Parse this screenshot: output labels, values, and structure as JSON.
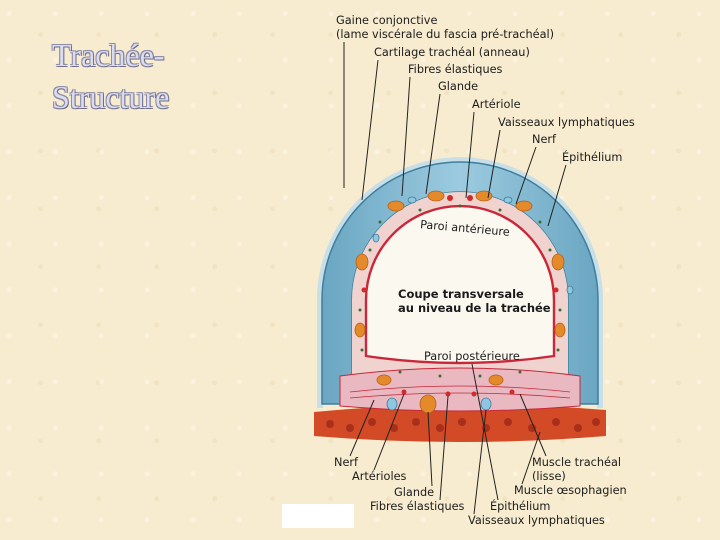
{
  "slide": {
    "title_line1": "Trachée-",
    "title_line2": "Structure"
  },
  "diagram": {
    "top_labels": [
      "Gaine conjonctive",
      "(lame viscérale du fascia pré-trachéal)",
      "Cartilage trachéal (anneau)",
      "Fibres élastiques",
      "Glande",
      "Artériole",
      "Vaisseaux lymphatiques",
      "Nerf",
      "Épithélium"
    ],
    "inner_labels": {
      "anterior_wall": "Paroi antérieure",
      "section_line1": "Coupe transversale",
      "section_line2": "au niveau de la trachée",
      "posterior_wall": "Paroi postérieure"
    },
    "bottom_labels": [
      "Nerf",
      "Artérioles",
      "Glande",
      "Fibres élastiques",
      "Muscle trachéal",
      "(lisse)",
      "Muscle œsophagien",
      "Épithélium",
      "Vaisseaux lymphatiques"
    ]
  },
  "colors": {
    "cartilage": "#7fb6cf",
    "cartilage_dark": "#4e8eae",
    "mucosa": "#f0d2cf",
    "epithelium": "#c8283a",
    "esophageal_muscle": "#d24a26",
    "gland": "#e58a2a",
    "lumen": "#fbf8ef"
  }
}
